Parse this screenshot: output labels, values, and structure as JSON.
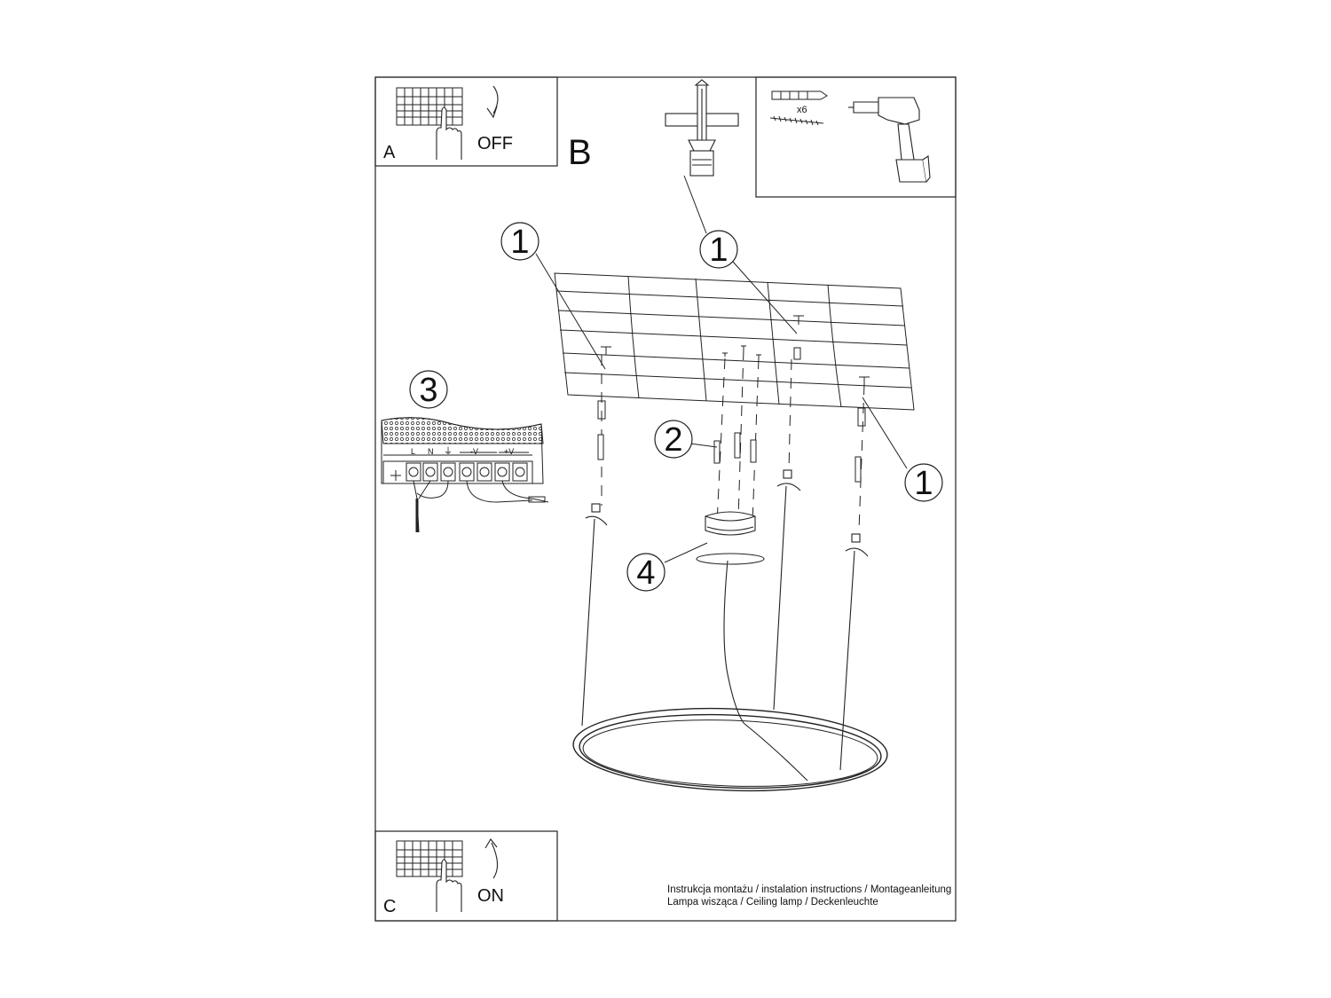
{
  "panels": {
    "a": {
      "letter": "A",
      "action": "OFF"
    },
    "b": {
      "letter": "B",
      "count": "x6"
    },
    "c": {
      "letter": "C",
      "action": "ON"
    }
  },
  "callouts": [
    "1",
    "1",
    "1",
    "2",
    "3",
    "4"
  ],
  "terminal": {
    "l": "L",
    "n": "N",
    "earth": "⏚",
    "minus": "-V",
    "plus": "+V"
  },
  "footer": {
    "line1": "Instrukcja montażu / instalation instructions / Montageanleitung",
    "line2": "Lampa wisząca / Ceiling lamp / Deckenleuchte"
  }
}
